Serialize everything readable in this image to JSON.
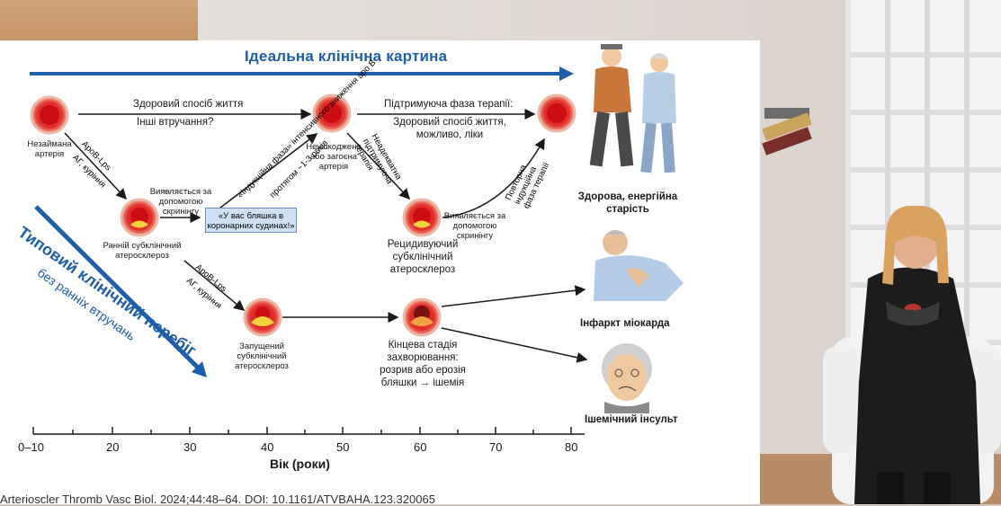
{
  "diagram": {
    "top_title": "Ідеальна клінічна картина",
    "nodes": {
      "intact_artery": "Незаймана артерія",
      "early": "Ранній субклінічний атеросклероз",
      "undamaged": "Неушкоджена або загоєна артерія",
      "recurrent": "Рецидивуючий субклінічний атеросклероз",
      "advanced": "Запущений субклінічний атеросклероз",
      "terminal": "Кінцева стадія захворювання: розрив або ерозія бляшки → ішемія"
    },
    "outcomes": {
      "healthy": "Здорова, енергійна старість",
      "mi": "Інфаркт міокарда",
      "stroke": "Ішемічний інсульт"
    },
    "edges": {
      "healthy_life": "Здоровий спосіб життя",
      "other": "Інші втручання?",
      "maintenance_title": "Підтримуюча фаза терапії:",
      "maintenance_body": "Здоровий спосіб життя, можливо, ліки",
      "apob1": "ApoB-Lps",
      "ag1": "АГ, куріння",
      "detected1": "Виявляється за допомогою скринінгу",
      "note": "«У вас бляшка в коронарних судинах!»",
      "induction": "«Індукційна фаза» інтенсивного зниження apo B",
      "induction2": "протягом ~1-3 років",
      "inadequate": "Неадекватна підтримуюча терапія",
      "detected2": "Виявляється за допомогою скринінгу",
      "repeat": "Повторна індукційна фаза терапії",
      "apob2": "ApoB-Lps",
      "ag2": "АГ, куріння"
    },
    "typical_title": "Типовий клінічний перебіг",
    "typical_sub": "без ранніх втручань",
    "x_axis": {
      "title": "Вік (роки)",
      "ticks": [
        "0–10",
        "20",
        "30",
        "40",
        "50",
        "60",
        "70",
        "80"
      ]
    },
    "citation": "Arterioscler Thromb Vasc Biol. 2024;44:48–64. DOI: 10.1161/ATVBAHA.123.320065"
  }
}
